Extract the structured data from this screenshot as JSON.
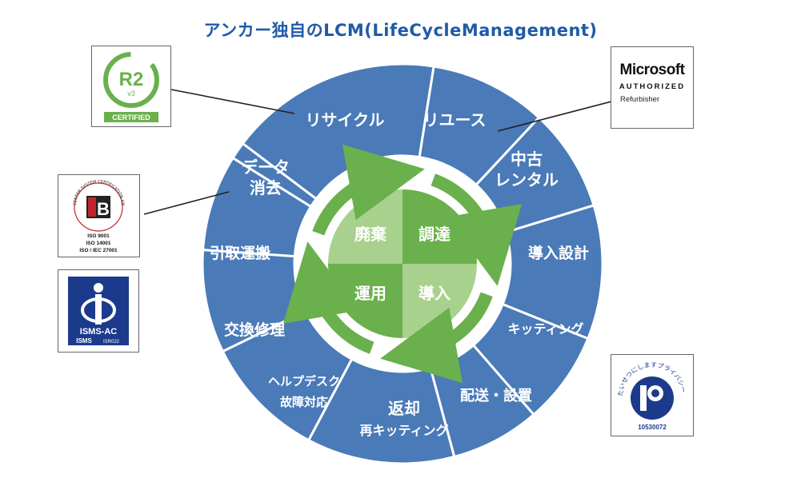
{
  "title": "アンカー独自のLCM(LifeCycleManagement)",
  "colors": {
    "ring_blue": "#4a7ab8",
    "ring_border": "#ffffff",
    "title_blue": "#1f5aa6",
    "green_dark": "#6ab04c",
    "green_light": "#a9d18e",
    "arrow_green": "#6ab04c"
  },
  "ring_segments": [
    {
      "id": "recycle",
      "lines": [
        "リサイクル"
      ]
    },
    {
      "id": "reuse",
      "lines": [
        "リユース"
      ]
    },
    {
      "id": "used-rental",
      "lines": [
        "中古",
        "レンタル"
      ]
    },
    {
      "id": "install-design",
      "lines": [
        "導入設計"
      ]
    },
    {
      "id": "kitting",
      "lines": [
        "キッティング"
      ]
    },
    {
      "id": "delivery",
      "lines": [
        "配送・設置"
      ]
    },
    {
      "id": "return",
      "lines": [
        "返却",
        "再キッティング"
      ]
    },
    {
      "id": "helpdesk",
      "lines": [
        "ヘルプデスク",
        "故障対応"
      ]
    },
    {
      "id": "replace-repair",
      "lines": [
        "交換修理"
      ]
    },
    {
      "id": "pickup",
      "lines": [
        "引取運搬"
      ]
    },
    {
      "id": "data-erase",
      "lines": [
        "データ",
        "消去"
      ]
    }
  ],
  "core": {
    "top_left": "廃棄",
    "top_right": "調達",
    "bottom_right": "導入",
    "bottom_left": "運用"
  },
  "logos": {
    "r2": {
      "mark": "R2",
      "version": "v3",
      "caption": "CERTIFIED"
    },
    "microsoft": {
      "name": "Microsoft",
      "tagline": "AUTHORIZED",
      "sub": "Refurbisher"
    },
    "iso": {
      "mark": "B",
      "ring_text": "CENTER SYSTEM CERTIFICATION AND REGISTRATION",
      "lines": [
        "ISO  9001",
        "ISO 14001",
        "ISO / IEC 27001"
      ]
    },
    "isms": {
      "line1": "ISMS-AC",
      "line2": "ISMS",
      "code": "ISR022"
    },
    "privacy": {
      "arc_text": "たいせつにしますプライバシー",
      "number": "10530072"
    }
  }
}
